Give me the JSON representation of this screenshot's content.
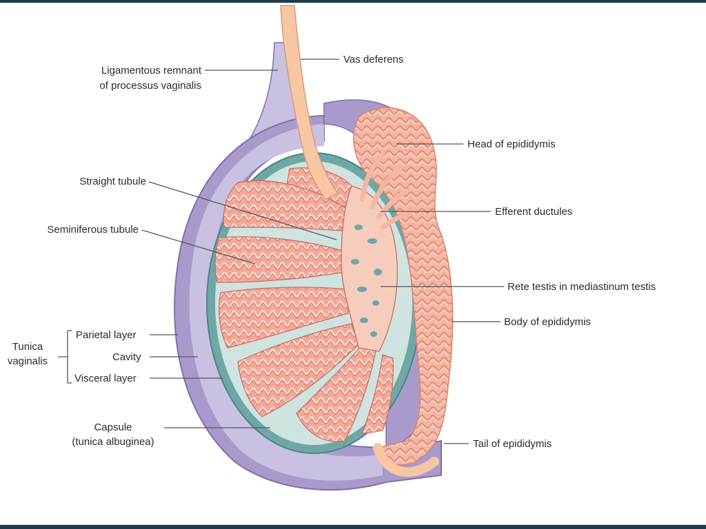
{
  "labels": {
    "vas_deferens": "Vas deferens",
    "ligamentous_remnant_1": "Ligamentous remnant",
    "ligamentous_remnant_2": "of processus vaginalis",
    "head_of_epididymis": "Head of epididymis",
    "straight_tubule": "Straight tubule",
    "efferent_ductules": "Efferent ductules",
    "seminiferous_tubule": "Seminiferous tubule",
    "rete_testis": "Rete testis in mediastinum testis",
    "body_of_epididymis": "Body of epididymis",
    "tunica_vaginalis_1": "Tunica",
    "tunica_vaginalis_2": "vaginalis",
    "parietal_layer": "Parietal layer",
    "cavity": "Cavity",
    "visceral_layer": "Visceral layer",
    "capsule_1": "Capsule",
    "capsule_2": "(tunica albuginea)",
    "tail_of_epididymis": "Tail of epididymis"
  },
  "colors": {
    "frame": "#1f3b4d",
    "tunica_outer": "#a89bcb",
    "tunica_cavity": "#c9c0e2",
    "tunica_edge": "#7d6fae",
    "capsule": "#6fa7a7",
    "interstitium": "#cfe3e0",
    "tubule_fill": "#f3a898",
    "tubule_line": "#c96a5c",
    "epididymis": "#f4b6a3",
    "vas": "#f6c6a5"
  }
}
